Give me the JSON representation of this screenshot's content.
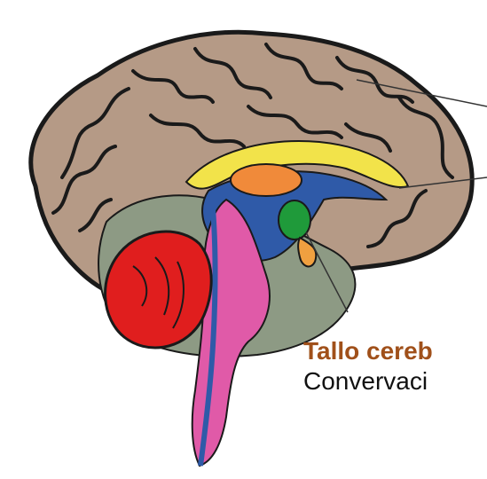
{
  "caption": {
    "title": "Tallo cereb",
    "body": "Convervaci"
  },
  "colors": {
    "cortex": "#b59a86",
    "cortex_outline": "#1a1a1a",
    "inner_region": "#8d9a84",
    "corpus_callosum": "#f2e34a",
    "ventricle": "#2f5aa8",
    "thalamus": "#f08a3a",
    "hypothalamus": "#1f9a3a",
    "pituitary": "#f0a040",
    "cerebellum": "#e01e1e",
    "brainstem": "#e05aa8",
    "spinal_canal": "#2f5aa8",
    "caption_title": "#a0501a",
    "caption_body": "#111111"
  },
  "icons": [
    "brain-illustration"
  ]
}
